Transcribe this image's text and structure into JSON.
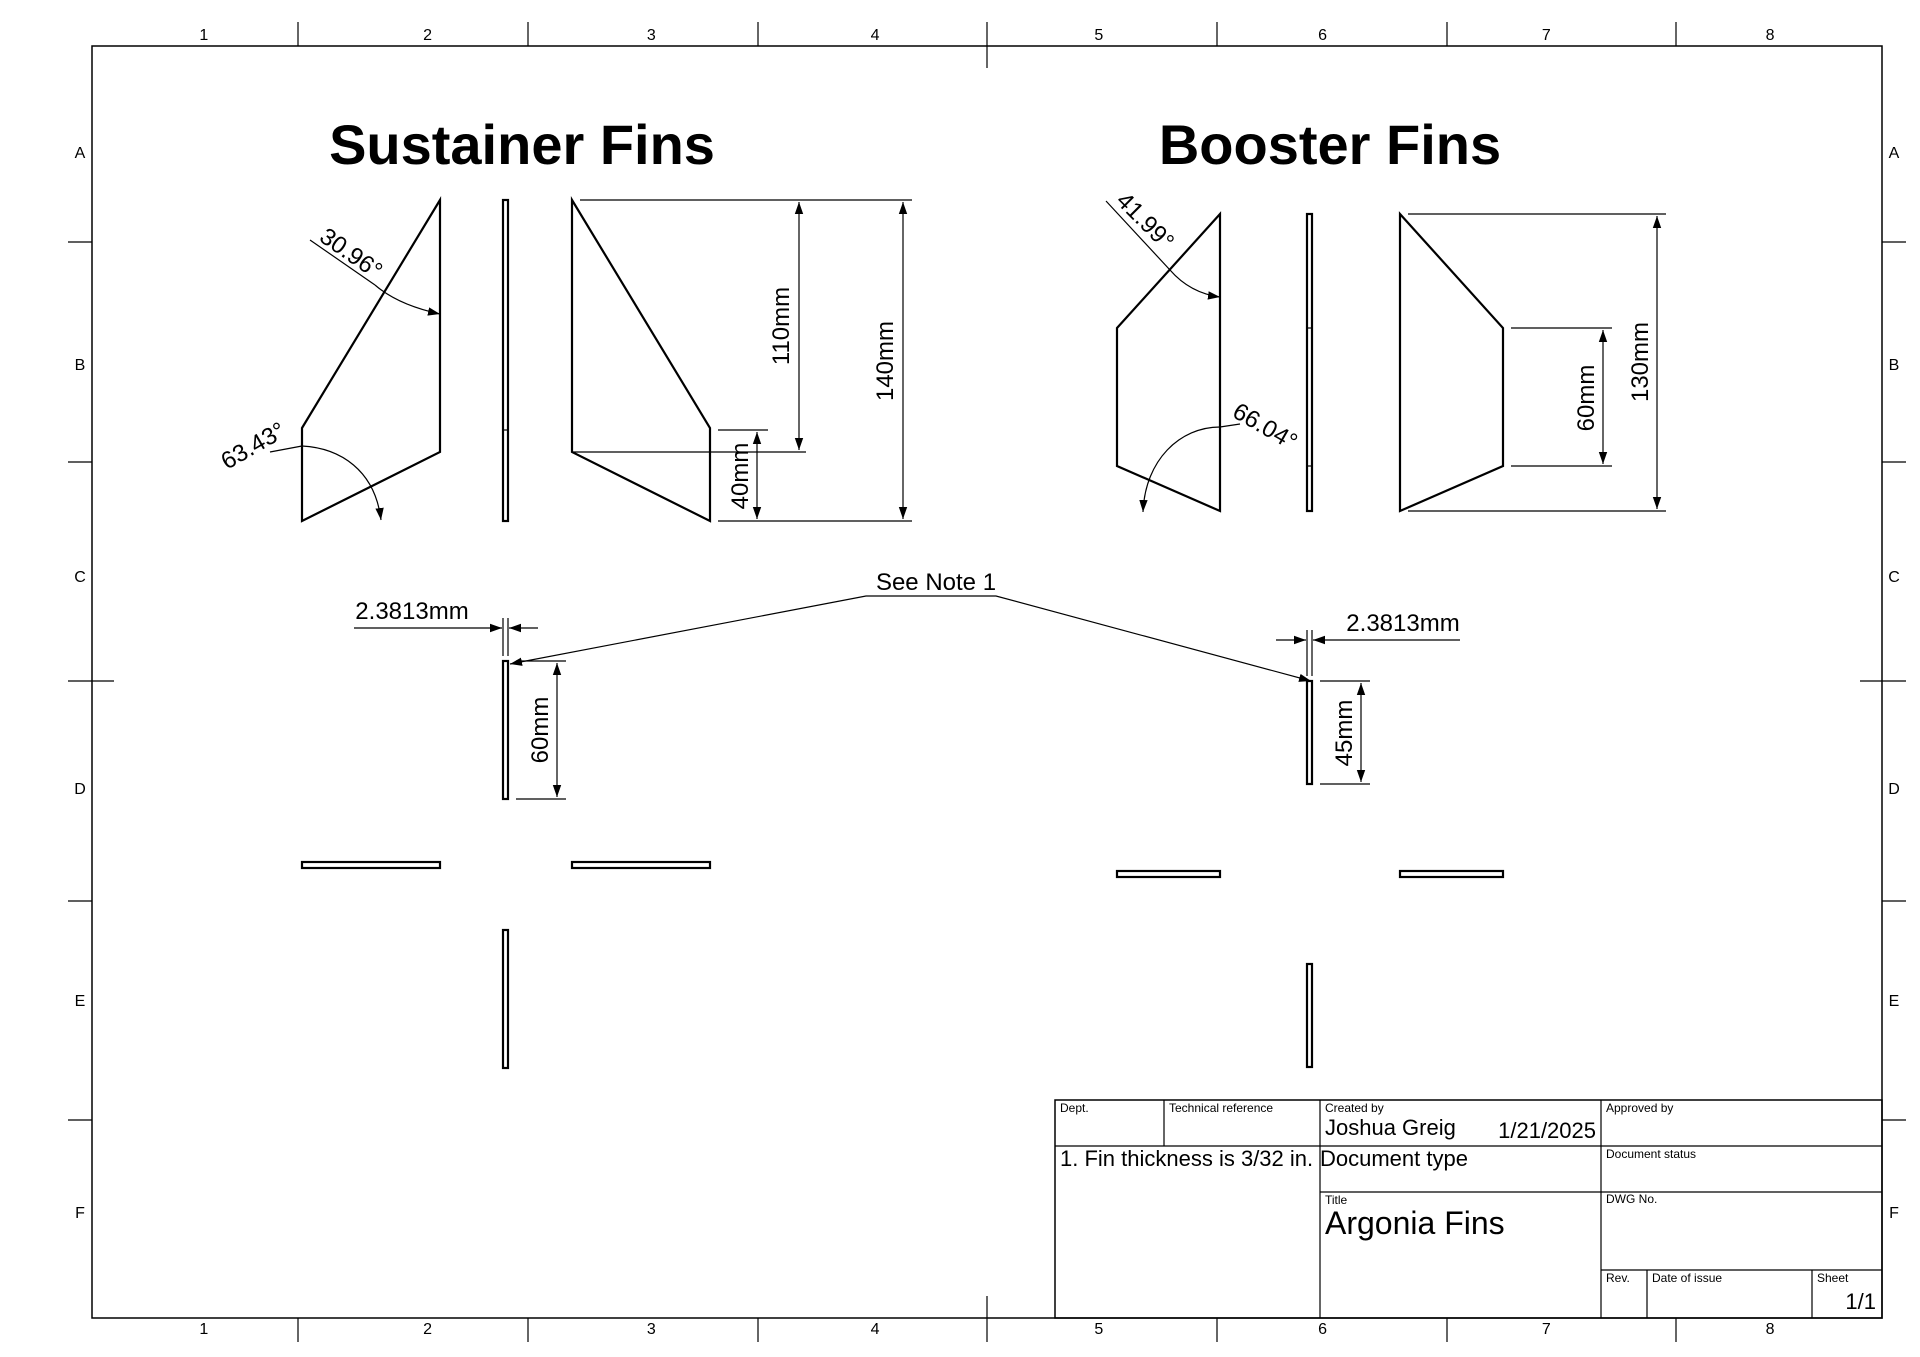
{
  "drawing": {
    "grid": {
      "columns": [
        "1",
        "2",
        "3",
        "4",
        "5",
        "6",
        "7",
        "8"
      ],
      "rows": [
        "A",
        "B",
        "C",
        "D",
        "E",
        "F"
      ]
    },
    "sustainer": {
      "heading": "Sustainer Fins",
      "sweep_angle": "30.96°",
      "root_angle": "63.43°",
      "dim_110": "110mm",
      "dim_140": "140mm",
      "dim_40": "40mm",
      "thickness": "2.3813mm",
      "slot_length": "60mm"
    },
    "booster": {
      "heading": "Booster Fins",
      "sweep_angle": "41.99°",
      "root_angle": "66.04°",
      "dim_60": "60mm",
      "dim_130": "130mm",
      "thickness": "2.3813mm",
      "slot_length": "45mm"
    },
    "note_callout": "See Note 1"
  },
  "title_block": {
    "dept_label": "Dept.",
    "tech_ref_label": "Technical reference",
    "created_by_label": "Created by",
    "created_by": "Joshua Greig",
    "created_date": "1/21/2025",
    "approved_by_label": "Approved by",
    "note": "1. Fin thickness is 3/32 in.",
    "document_type": "Document type",
    "document_status_label": "Document status",
    "title_label": "Title",
    "title": "Argonia Fins",
    "dwg_no_label": "DWG No.",
    "rev_label": "Rev.",
    "date_of_issue_label": "Date of issue",
    "sheet_label": "Sheet",
    "sheet": "1/1"
  }
}
